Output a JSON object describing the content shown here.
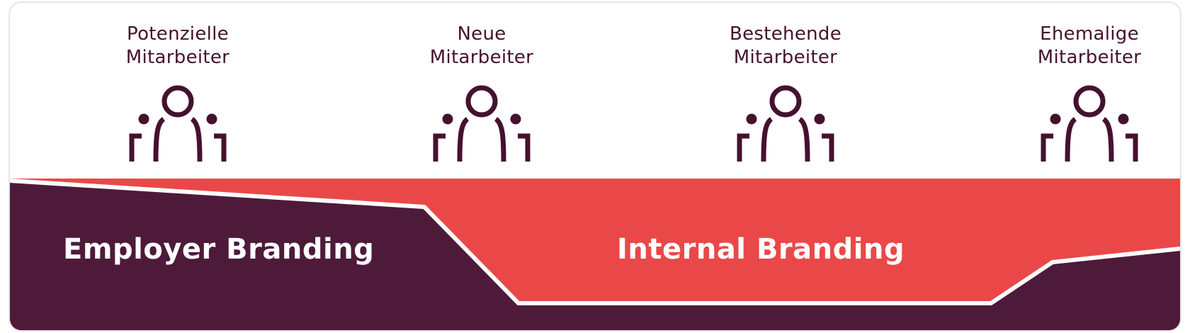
{
  "groups": [
    {
      "line1": "Potenzielle",
      "line2": "Mitarbeiter",
      "icon": "people-group-icon"
    },
    {
      "line1": "Neue",
      "line2": "Mitarbeiter",
      "icon": "people-group-icon"
    },
    {
      "line1": "Bestehende",
      "line2": "Mitarbeiter",
      "icon": "people-group-icon"
    },
    {
      "line1": "Ehemalige",
      "line2": "Mitarbeiter",
      "icon": "people-group-icon"
    }
  ],
  "bands": {
    "employer": "Employer Branding",
    "internal": "Internal Branding"
  },
  "colors": {
    "dark_purple": "#4e1a3a",
    "coral_red": "#ea4848",
    "text_purple": "#45122e",
    "separator": "#ffffff"
  }
}
